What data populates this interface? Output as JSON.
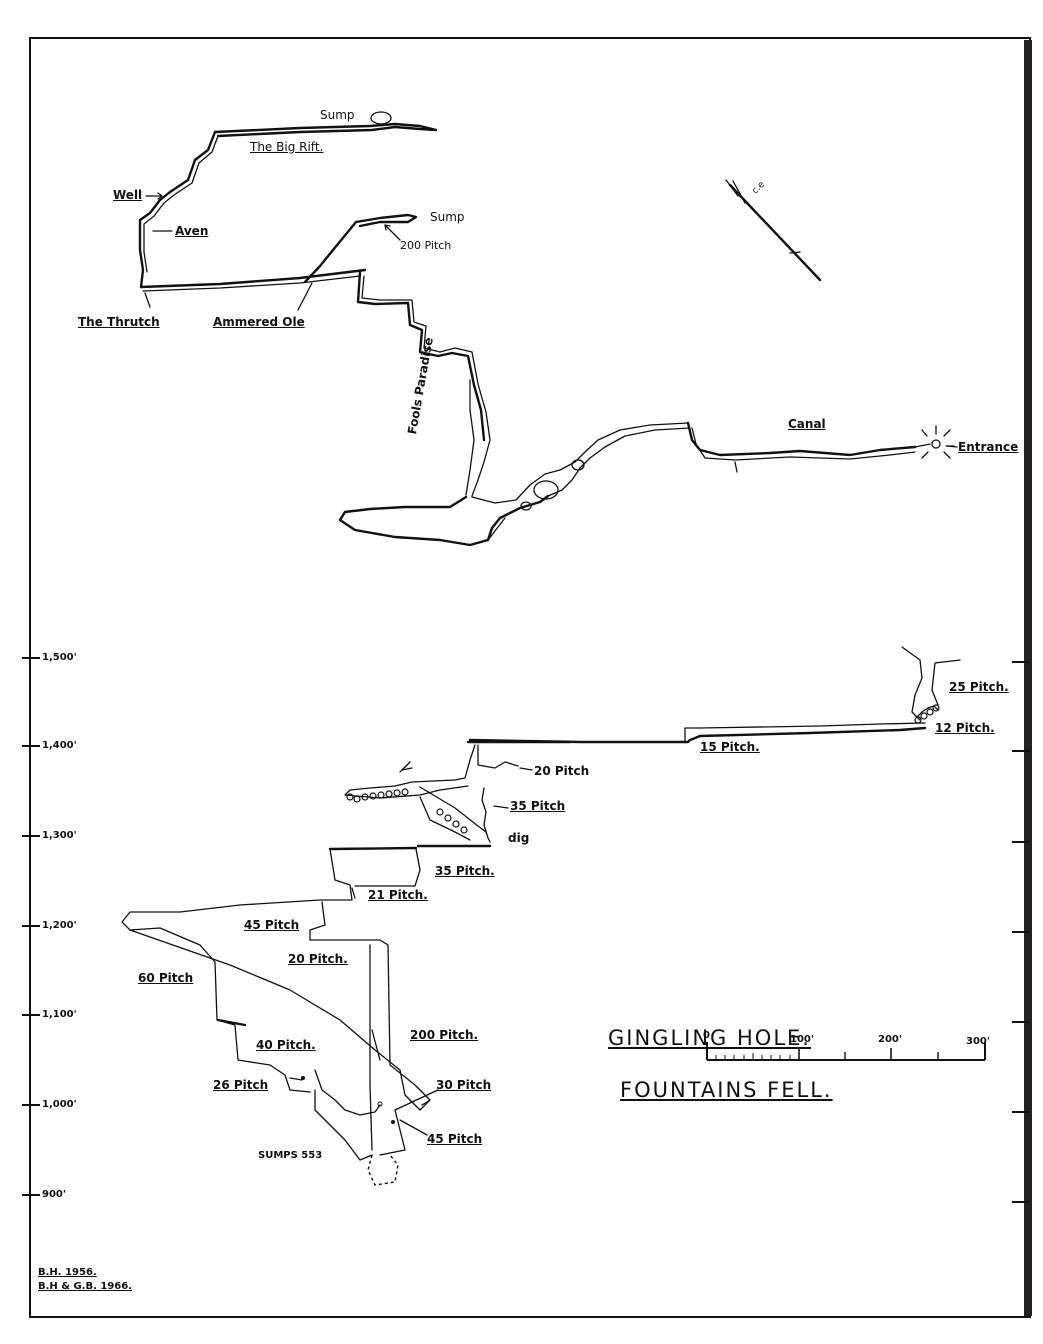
{
  "title": {
    "line1": "GINGLING HOLE.",
    "line2": "FOUNTAINS FELL."
  },
  "plan": {
    "labels": {
      "sump_top": "Sump",
      "big_rift": "The Big Rift.",
      "well": "Well",
      "aven": "Aven",
      "sump_mid": "Sump",
      "pitch_200_plan": "200 Pitch",
      "thrutch": "The Thrutch",
      "ammered": "Ammered Ole",
      "fools": "Fools Paradise",
      "canal": "Canal",
      "entrance": "Entrance"
    },
    "compass": {
      "text": "c.e"
    }
  },
  "section": {
    "elevations": [
      "1,500'",
      "1,400'",
      "1,300'",
      "1,200'",
      "1,100'",
      "1,000'",
      "900'"
    ],
    "pitches": {
      "p25": "25 Pitch.",
      "p12": "12 Pitch.",
      "p15": "15 Pitch.",
      "p20a": "20 Pitch",
      "p35a": "35 Pitch",
      "dig": "dig",
      "p35b": "35 Pitch.",
      "p21": "21 Pitch.",
      "p45a": "45 Pitch",
      "p20b": "20 Pitch.",
      "p60": "60 Pitch",
      "p200": "200 Pitch.",
      "p40": "40 Pitch.",
      "p26": "26 Pitch",
      "p30": "30 Pitch",
      "p45b": "45 Pitch",
      "sumps": "SUMPS 553"
    }
  },
  "scale_bar": {
    "ticks": [
      "0",
      "100'",
      "200'",
      "300'"
    ]
  },
  "credits": {
    "line1": "B.H. 1956.",
    "line2": "B.H & G.B. 1966."
  }
}
